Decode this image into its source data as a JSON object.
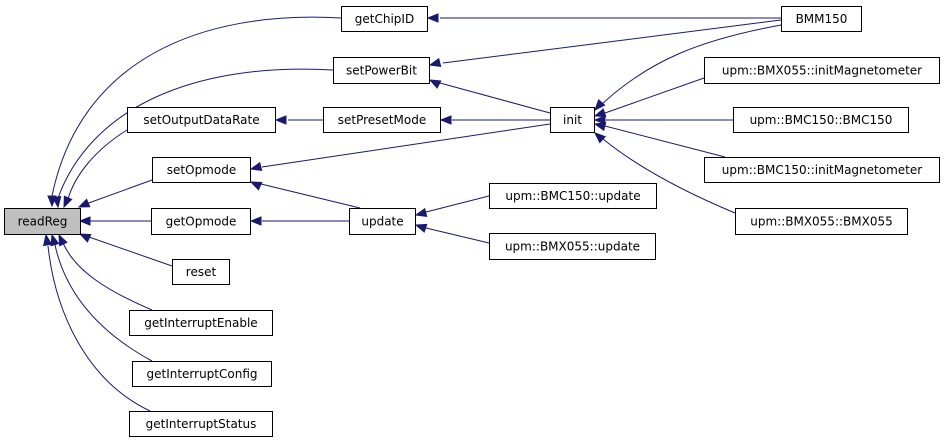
{
  "colors": {
    "edge": "#191970",
    "node_border": "#000000",
    "node_fill": "#ffffff",
    "focus_fill": "#bfbfbf"
  },
  "nodes": [
    {
      "id": "readReg",
      "label": "readReg",
      "focus": true
    },
    {
      "id": "getChipID",
      "label": "getChipID"
    },
    {
      "id": "setPowerBit",
      "label": "setPowerBit"
    },
    {
      "id": "setOutputDataRate",
      "label": "setOutputDataRate"
    },
    {
      "id": "setPresetMode",
      "label": "setPresetMode"
    },
    {
      "id": "setOpmode",
      "label": "setOpmode"
    },
    {
      "id": "getOpmode",
      "label": "getOpmode"
    },
    {
      "id": "reset",
      "label": "reset"
    },
    {
      "id": "getInterruptEnable",
      "label": "getInterruptEnable"
    },
    {
      "id": "getInterruptConfig",
      "label": "getInterruptConfig"
    },
    {
      "id": "getInterruptStatus",
      "label": "getInterruptStatus"
    },
    {
      "id": "update",
      "label": "update"
    },
    {
      "id": "init",
      "label": "init"
    },
    {
      "id": "BMM150",
      "label": "BMM150"
    },
    {
      "id": "BMX055_initMag",
      "label": "upm::BMX055::initMagnetometer"
    },
    {
      "id": "BMC150_ctor",
      "label": "upm::BMC150::BMC150"
    },
    {
      "id": "BMC150_initMag",
      "label": "upm::BMC150::initMagnetometer"
    },
    {
      "id": "BMX055_ctor",
      "label": "upm::BMX055::BMX055"
    },
    {
      "id": "BMC150_update",
      "label": "upm::BMC150::update"
    },
    {
      "id": "BMX055_update",
      "label": "upm::BMX055::update"
    }
  ],
  "edges": [
    {
      "from": "getChipID",
      "to": "readReg"
    },
    {
      "from": "setPowerBit",
      "to": "readReg"
    },
    {
      "from": "setOutputDataRate",
      "to": "readReg"
    },
    {
      "from": "setOpmode",
      "to": "readReg"
    },
    {
      "from": "getOpmode",
      "to": "readReg"
    },
    {
      "from": "reset",
      "to": "readReg"
    },
    {
      "from": "getInterruptEnable",
      "to": "readReg"
    },
    {
      "from": "getInterruptConfig",
      "to": "readReg"
    },
    {
      "from": "getInterruptStatus",
      "to": "readReg"
    },
    {
      "from": "BMM150",
      "to": "getChipID"
    },
    {
      "from": "BMM150",
      "to": "setPowerBit"
    },
    {
      "from": "init",
      "to": "setPowerBit"
    },
    {
      "from": "setPresetMode",
      "to": "setOutputDataRate"
    },
    {
      "from": "init",
      "to": "setPresetMode"
    },
    {
      "from": "init",
      "to": "setOpmode"
    },
    {
      "from": "update",
      "to": "setOpmode"
    },
    {
      "from": "update",
      "to": "getOpmode"
    },
    {
      "from": "BMM150",
      "to": "init"
    },
    {
      "from": "BMX055_initMag",
      "to": "init"
    },
    {
      "from": "BMC150_ctor",
      "to": "init"
    },
    {
      "from": "BMC150_initMag",
      "to": "init"
    },
    {
      "from": "BMX055_ctor",
      "to": "init"
    },
    {
      "from": "BMC150_update",
      "to": "update"
    },
    {
      "from": "BMX055_update",
      "to": "update"
    }
  ]
}
